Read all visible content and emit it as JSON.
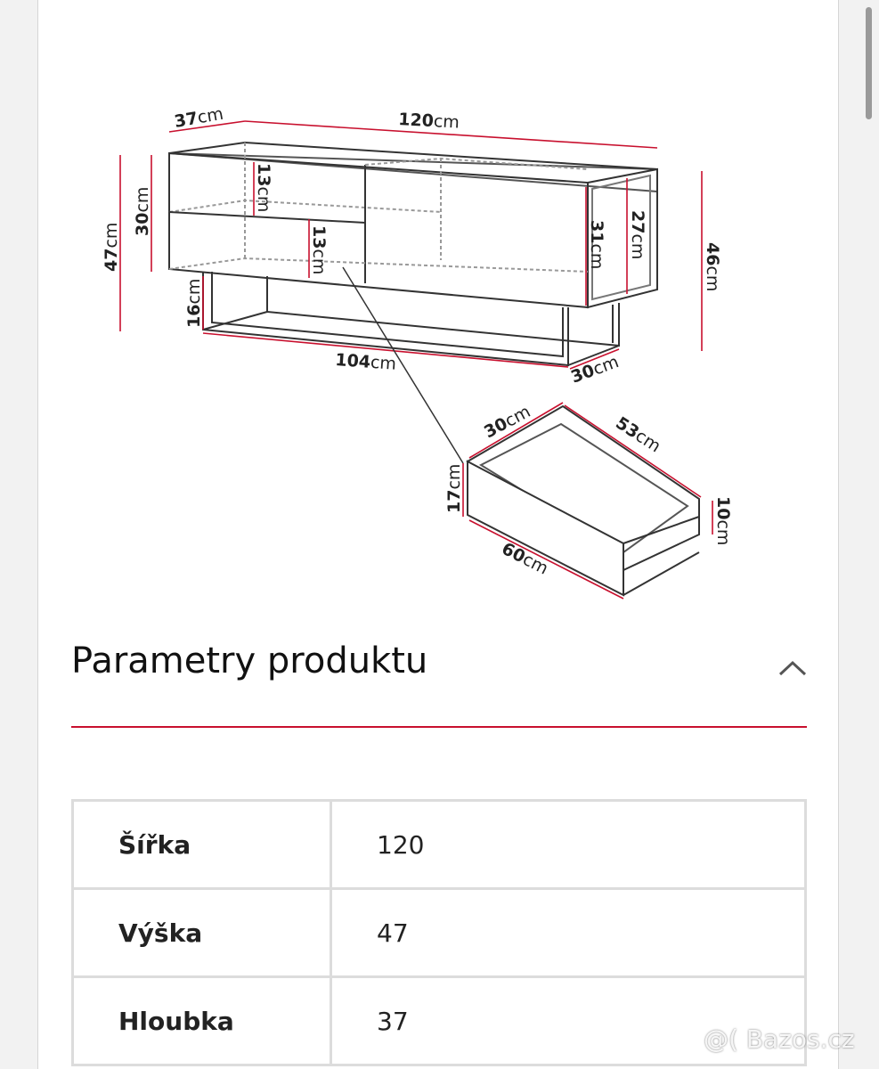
{
  "diagram": {
    "cabinet": {
      "depth": {
        "num": "37",
        "unit": "cm"
      },
      "width": {
        "num": "120",
        "unit": "cm"
      },
      "height_total": {
        "num": "47",
        "unit": "cm"
      },
      "body_height": {
        "num": "30",
        "unit": "cm"
      },
      "shelf_upper": {
        "num": "13",
        "unit": "cm"
      },
      "shelf_lower": {
        "num": "13",
        "unit": "cm"
      },
      "leg_height": {
        "num": "16",
        "unit": "cm"
      },
      "base_width": {
        "num": "104",
        "unit": "cm"
      },
      "base_depth": {
        "num": "30",
        "unit": "cm"
      },
      "inner_height": {
        "num": "31",
        "unit": "cm"
      },
      "side_inner_height": {
        "num": "27",
        "unit": "cm"
      },
      "side_height": {
        "num": "46",
        "unit": "cm"
      }
    },
    "drawer": {
      "depth": {
        "num": "30",
        "unit": "cm"
      },
      "length": {
        "num": "53",
        "unit": "cm"
      },
      "front_height": {
        "num": "17",
        "unit": "cm"
      },
      "inner_height": {
        "num": "10",
        "unit": "cm"
      },
      "front_width": {
        "num": "60",
        "unit": "cm"
      }
    }
  },
  "section": {
    "title": "Parametry produktu"
  },
  "params": [
    {
      "label": "Šířka",
      "value": "120"
    },
    {
      "label": "Výška",
      "value": "47"
    },
    {
      "label": "Hloubka",
      "value": "37"
    }
  ],
  "watermark": "@( Bazos.cz",
  "colors": {
    "accent": "#c8102e",
    "line": "#333333",
    "table_border": "#dcdcdc"
  }
}
